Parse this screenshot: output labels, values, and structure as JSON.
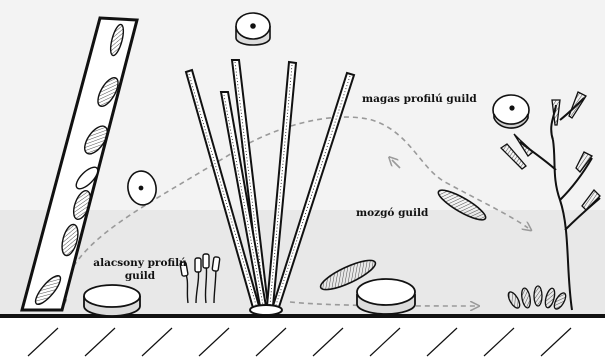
{
  "diagram": {
    "labels": {
      "high_profile": "magas profilú guild",
      "motile": "mozgó guild",
      "low_profile_line1": "alacsony profilú",
      "low_profile_line2": "guild"
    },
    "colors": {
      "water_top": "#f3f3f3",
      "water_bottom": "#e8e8e8",
      "ink": "#1a1a1a",
      "path": "#9a9a9a",
      "substrate": "#111111"
    }
  }
}
